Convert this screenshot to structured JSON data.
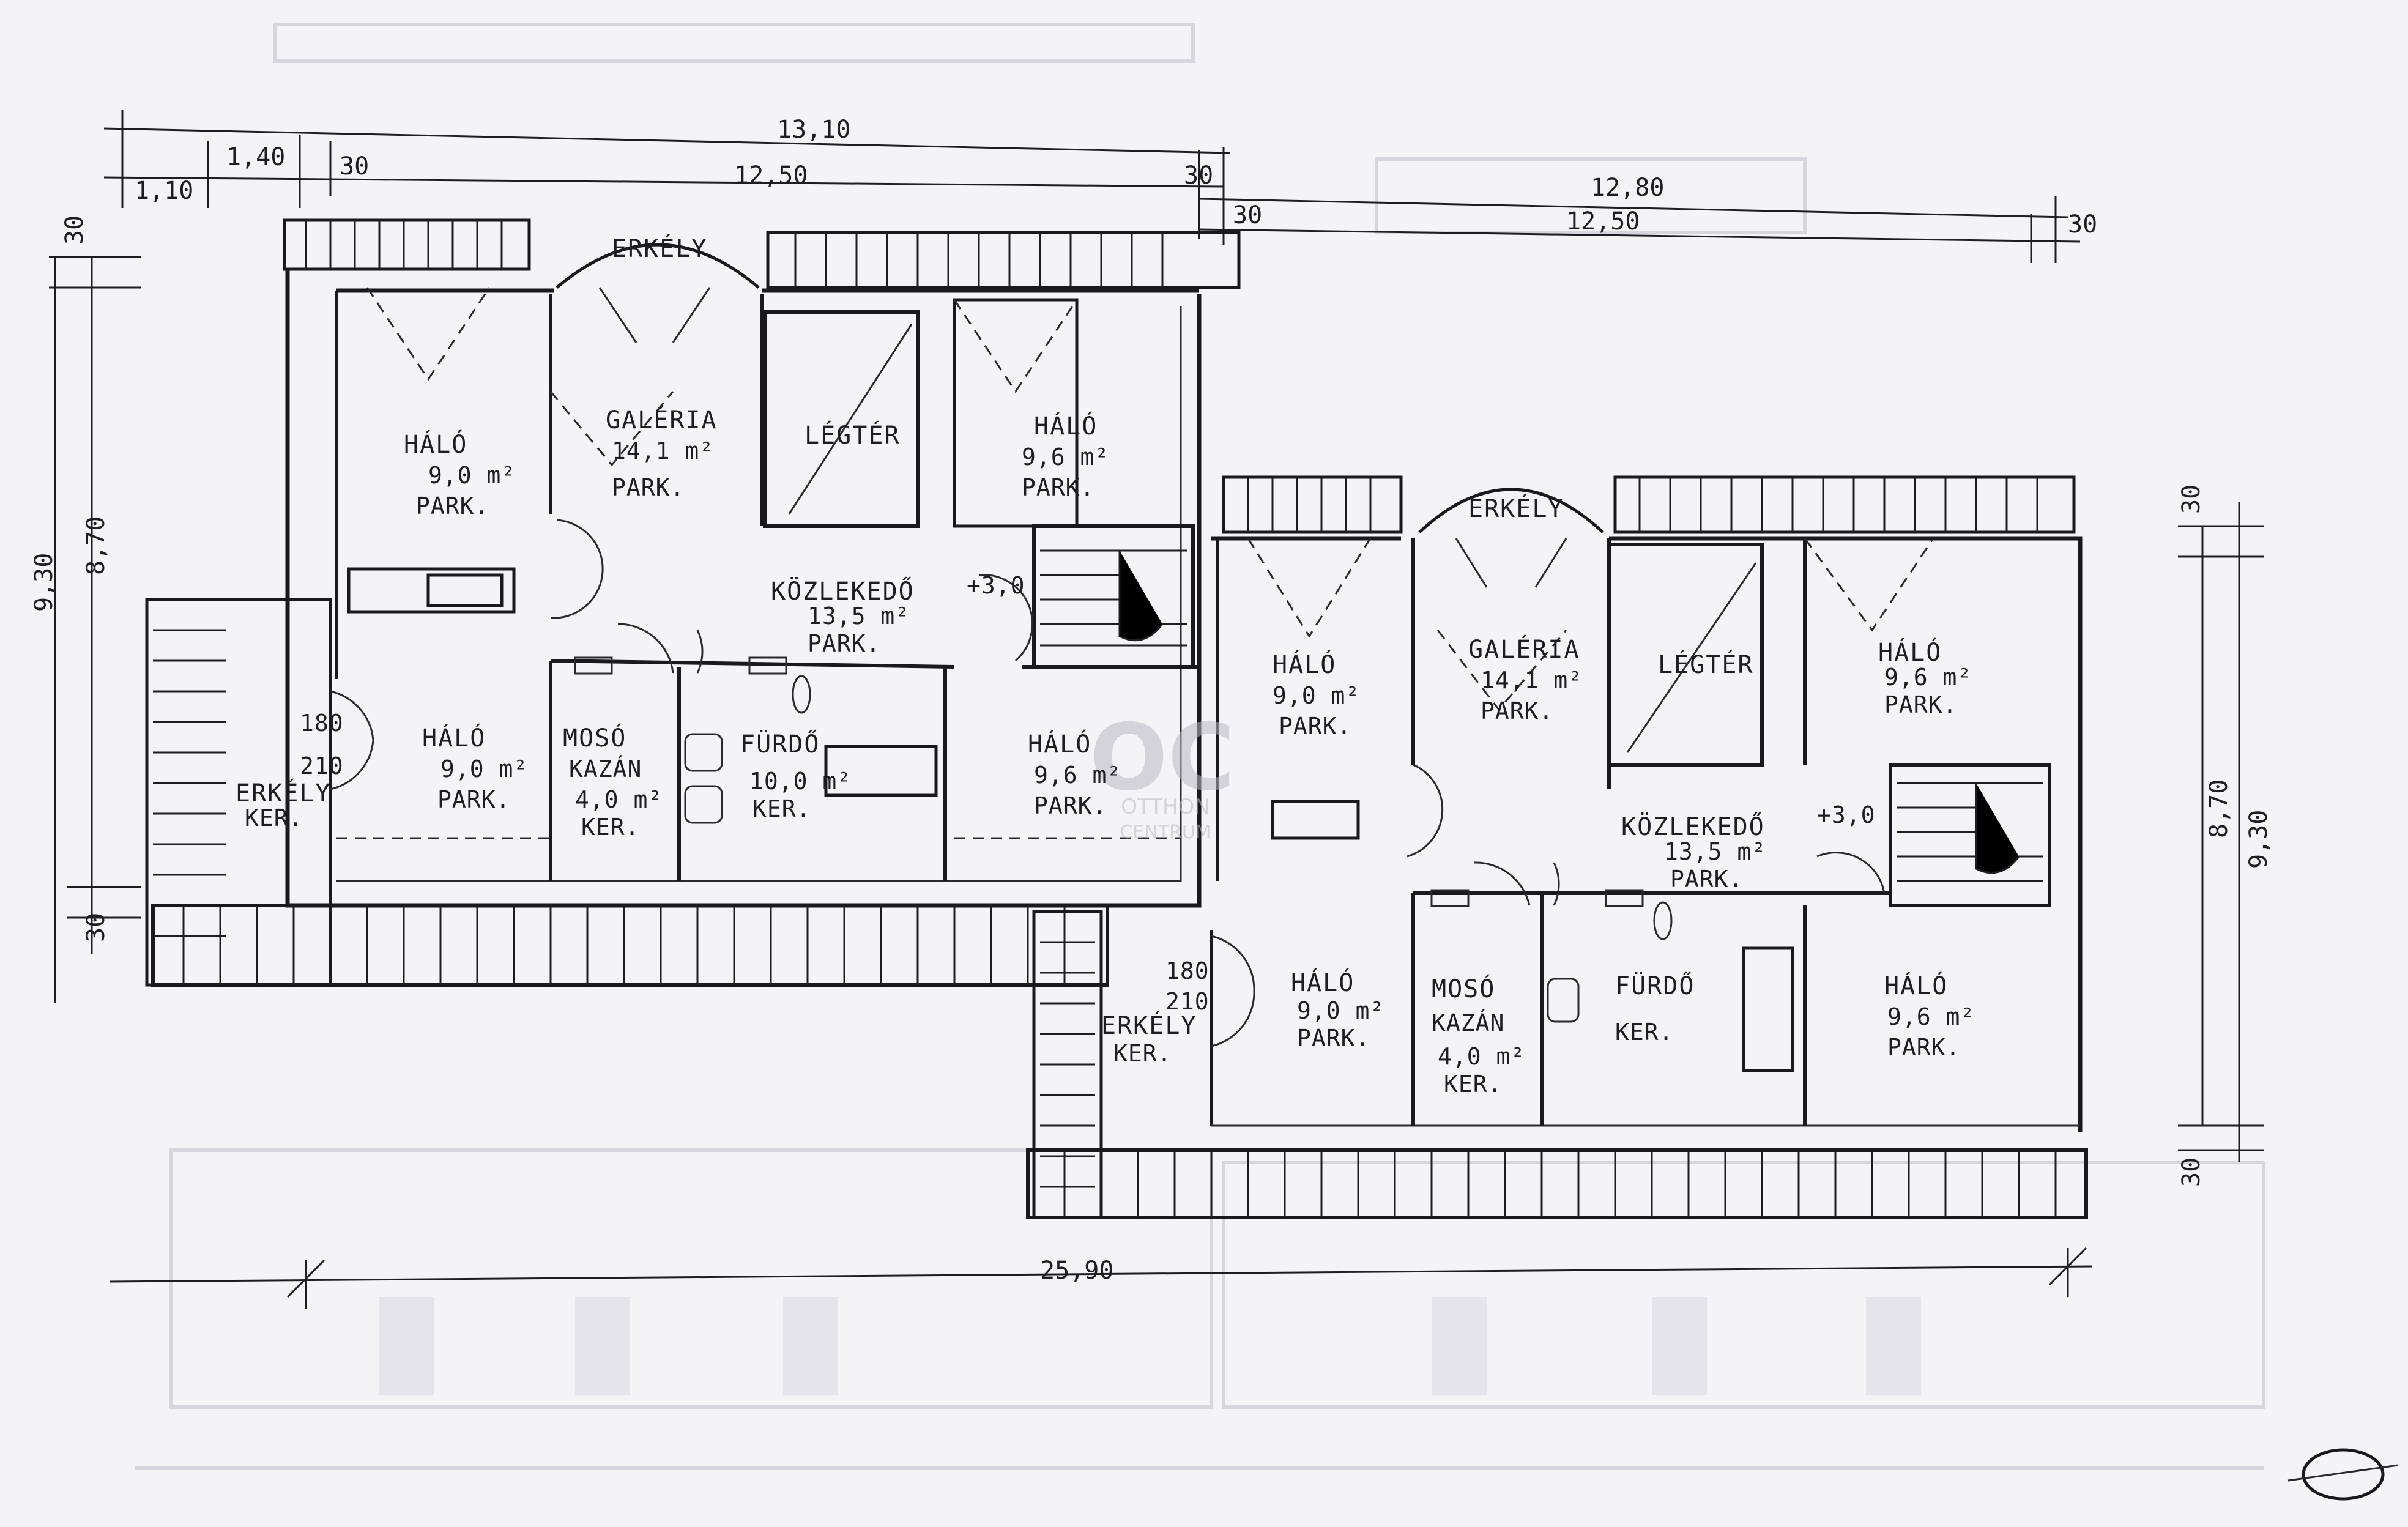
{
  "dimensions": {
    "top_overall": "13,10",
    "top_1": "1,40",
    "top_2": "30",
    "top_3": "1,10",
    "top_main": "12,50",
    "top_30a": "30",
    "right_top_overall": "12,80",
    "right_top_30": "30",
    "right_top_main": "12,50",
    "right_top_30b": "30",
    "left_30": "30",
    "left_overall": "9,30",
    "left_main": "8,70",
    "left_30b": "30",
    "right_30": "30",
    "right_main": "8,70",
    "right_overall": "9,30",
    "right_30b": "30",
    "bottom_overall": "25,90"
  },
  "rooms": {
    "l_erkely_top": "ERKÉLY",
    "l_halo1_name": "HÁLÓ",
    "l_halo1_area": "9,0 m²",
    "l_halo1_floor": "PARK.",
    "l_galeria_name": "GALÉRIA",
    "l_galeria_area": "14,1 m²",
    "l_galeria_floor": "PARK.",
    "l_legter": "LÉGTÉR",
    "l_halo2_name": "HÁLÓ",
    "l_halo2_area": "9,6 m²",
    "l_halo2_floor": "PARK.",
    "l_kozl_name": "KÖZLEKEDŐ",
    "l_kozl_area": "13,5 m²",
    "l_kozl_floor": "PARK.",
    "l_level": "+3,0",
    "l_erkely_side": "ERKÉLY",
    "l_erkely_side_floor": "KER.",
    "l_door_h": "180",
    "l_door_w": "210",
    "l_halo3_name": "HÁLÓ",
    "l_halo3_area": "9,0 m²",
    "l_halo3_floor": "PARK.",
    "l_moso_name": "MOSÓ",
    "l_moso_sub": "KAZÁN",
    "l_moso_area": "4,0 m²",
    "l_moso_floor": "KER.",
    "l_furdo_name": "FÜRDŐ",
    "l_furdo_area": "10,0 m²",
    "l_furdo_floor": "KER.",
    "l_halo4_name": "HÁLÓ",
    "l_halo4_area": "9,6 m²",
    "l_halo4_floor": "PARK.",
    "r_erkely_top": "ERKÉLY",
    "r_halo1_name": "HÁLÓ",
    "r_halo1_area": "9,0 m²",
    "r_halo1_floor": "PARK.",
    "r_galeria_name": "GALÉRIA",
    "r_galeria_area": "14,1 m²",
    "r_galeria_floor": "PARK.",
    "r_legter": "LÉGTÉR",
    "r_halo2_name": "HÁLÓ",
    "r_halo2_area": "9,6 m²",
    "r_halo2_floor": "PARK.",
    "r_kozl_name": "KÖZLEKEDŐ",
    "r_kozl_area": "13,5 m²",
    "r_kozl_floor": "PARK.",
    "r_level": "+3,0",
    "r_door_h": "180",
    "r_door_w": "210",
    "r_erkely_side": "ERKÉLY",
    "r_erkely_side_floor": "KER.",
    "r_halo3_name": "HÁLÓ",
    "r_halo3_area": "9,0 m²",
    "r_halo3_floor": "PARK.",
    "r_moso_name": "MOSÓ",
    "r_moso_sub": "KAZÁN",
    "r_moso_area": "4,0 m²",
    "r_moso_floor": "KER.",
    "r_furdo_name": "FÜRDŐ",
    "r_furdo_floor": "KER.",
    "r_halo4_name": "HÁLÓ",
    "r_halo4_area": "9,6 m²",
    "r_halo4_floor": "PARK."
  },
  "watermark": {
    "logo": "OC",
    "line1": "OTTHON",
    "line2": "CENTRUM"
  },
  "colors": {
    "ink": "#1e1e22",
    "paper": "#f4f4f6",
    "ghost": "#d6d6dc"
  }
}
